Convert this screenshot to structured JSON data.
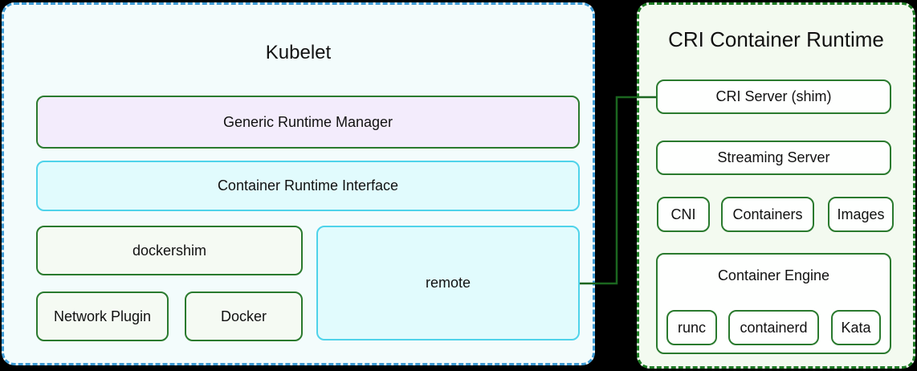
{
  "kubelet_panel": {
    "title": "Kubelet",
    "generic_runtime_manager": "Generic Runtime Manager",
    "container_runtime_interface": "Container Runtime Interface",
    "dockershim": "dockershim",
    "network_plugin": "Network Plugin",
    "docker": "Docker",
    "remote": "remote"
  },
  "cri_panel": {
    "title": "CRI Container Runtime",
    "cri_server": "CRI Server (shim)",
    "streaming_server": "Streaming Server",
    "cni": "CNI",
    "containers": "Containers",
    "images": "Images",
    "container_engine": "Container Engine",
    "runc": "runc",
    "containerd": "containerd",
    "kata": "Kata"
  },
  "colors": {
    "kubelet_panel_border": "#3e9bd5",
    "kubelet_panel_bg": "#f3fcfc",
    "cri_panel_border": "#1e7b24",
    "cri_panel_bg": "#f3faf0",
    "green_box_border": "#2a7a2e",
    "lavender_box_bg": "#f3ecfc",
    "cyan_box_bg": "#e1fbfd",
    "cyan_box_border": "#4fd3ea",
    "pale_green_box_bg": "#f5faf3",
    "white_box_bg": "#fefffe",
    "connector": "#1b661f"
  }
}
